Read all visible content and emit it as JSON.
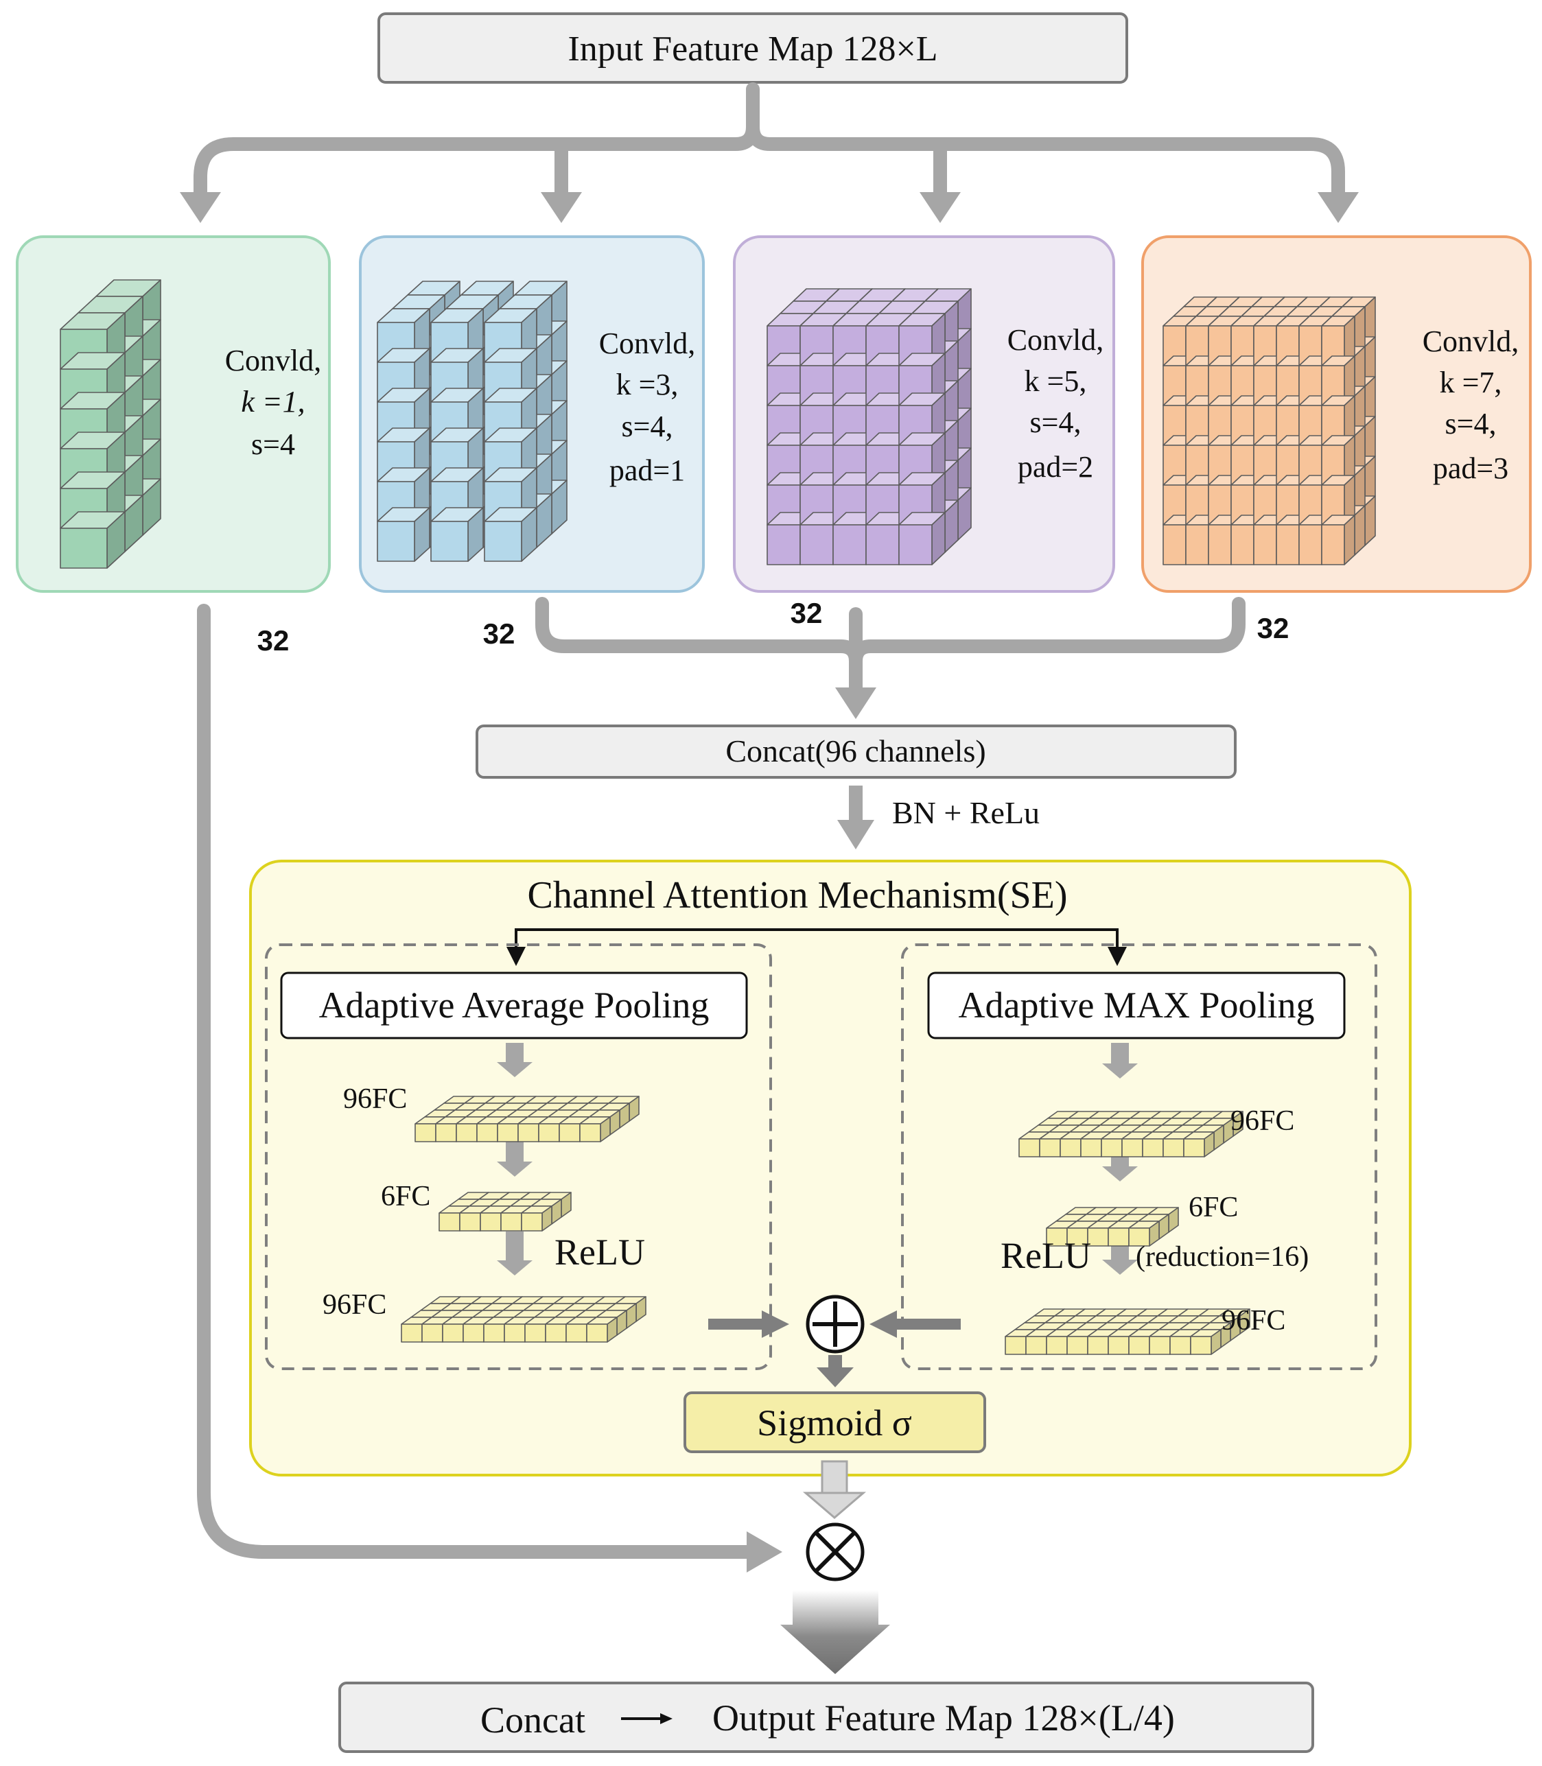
{
  "input": {
    "label": "Input Feature Map 128×L"
  },
  "branches": [
    {
      "lines": [
        "Convld,",
        "k =1,",
        "s=4"
      ],
      "channels": "32",
      "fill": "#9fd3b4",
      "box_fill": "#e3f3ea",
      "box_stroke": "#9fd8b6"
    },
    {
      "lines": [
        "Convld,",
        "k =3,",
        "s=4,",
        "pad=1"
      ],
      "channels": "32",
      "fill": "#b4d8ea",
      "box_fill": "#e2eef5",
      "box_stroke": "#9cc4dc"
    },
    {
      "lines": [
        "Convld,",
        "k =5,",
        "s=4,",
        "pad=2"
      ],
      "channels": "32",
      "fill": "#c4aede",
      "box_fill": "#efeaf3",
      "box_stroke": "#c0aed8"
    },
    {
      "lines": [
        "Convld,",
        "k =7,",
        "s=4,",
        "pad=3"
      ],
      "channels": "32",
      "fill": "#f7c49a",
      "box_fill": "#fce9da",
      "box_stroke": "#f0a06a"
    }
  ],
  "concat": {
    "label": "Concat(96 channels)",
    "after": "BN + ReLu"
  },
  "se": {
    "title": "Channel Attention Mechanism(SE)",
    "left": {
      "pool": "Adaptive Average Pooling",
      "fc1": "96FC",
      "fc2": "6FC",
      "relu": "ReLU",
      "fc3": "96FC"
    },
    "right": {
      "pool": "Adaptive MAX Pooling",
      "fc1": "96FC",
      "fc2": "6FC",
      "relu": "ReLU",
      "reduction": "(reduction=16)",
      "fc3": "96FC"
    },
    "sigmoid": "Sigmoid σ"
  },
  "output": {
    "concat": "Concat",
    "label": "Output Feature Map 128×(L/4)"
  },
  "colors": {
    "arrow": "#a6a6a6",
    "arrow_dark": "#7f7f7f",
    "box_bg": "#efefef",
    "se_bg": "#fdfbe3",
    "se_border": "#ddd21e",
    "fc_fill": "#f5eea8"
  }
}
